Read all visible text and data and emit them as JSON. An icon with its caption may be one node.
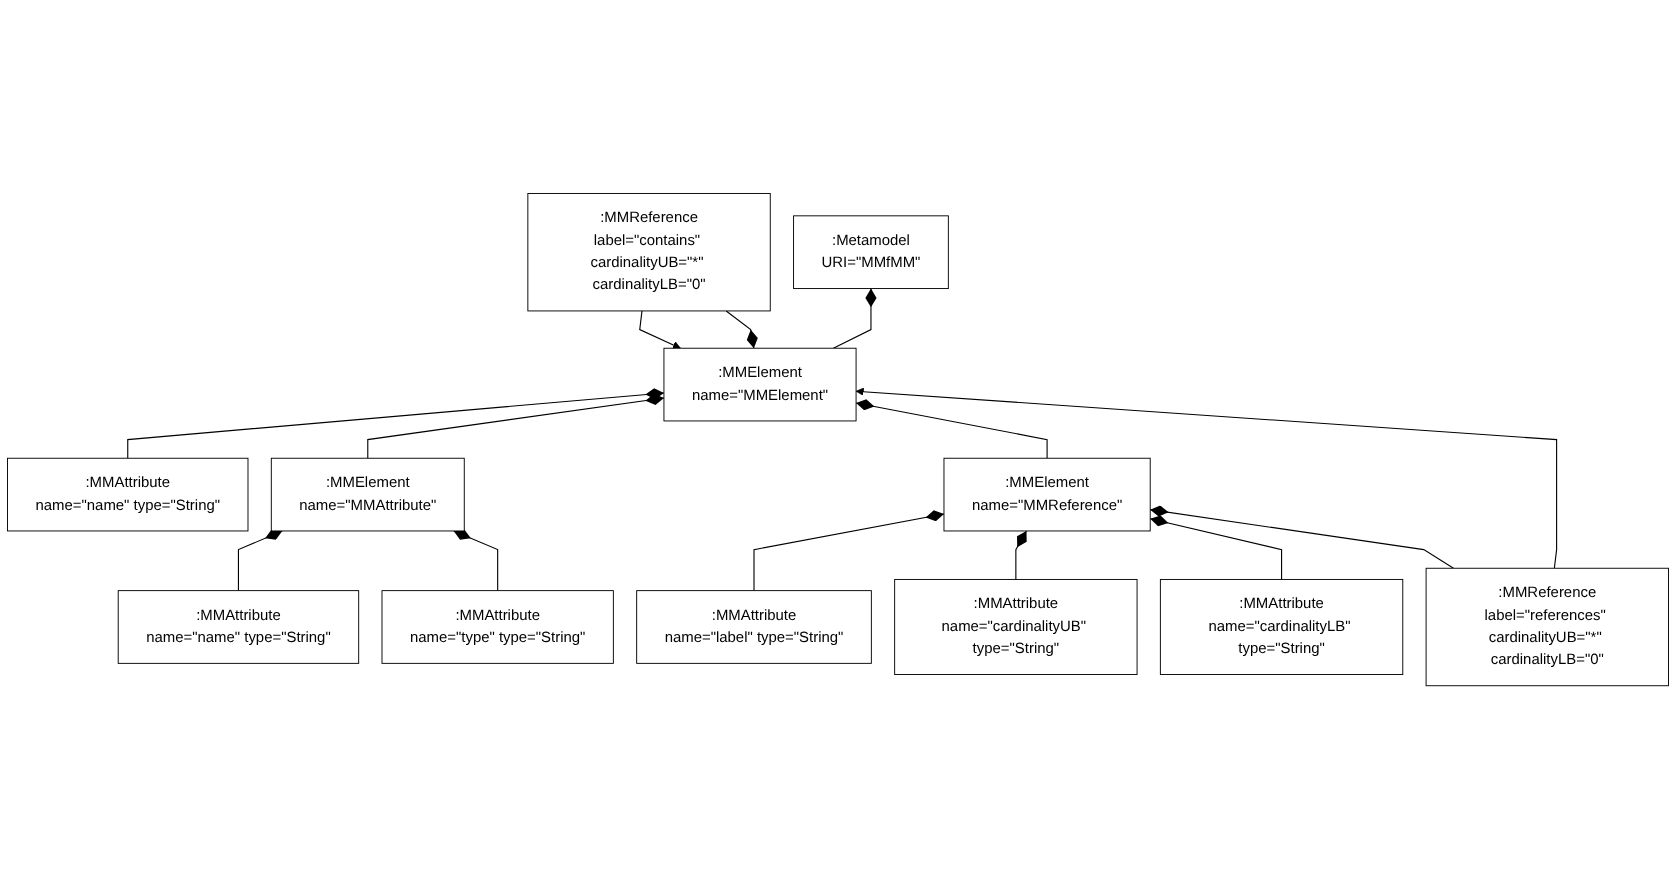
{
  "diagram": {
    "nodes": [
      {
        "text": [
          ":MMReference",
          "label=\"contains\" cardinalityUB=\"*\" cardinalityLB=\"0\""
        ]
      },
      {
        "text": [
          ":Metamodel",
          "URI=\"MMfMM\""
        ]
      },
      {
        "text": [
          ":MMAttribute",
          "name=\"name\" type=\"String\""
        ]
      },
      {
        "text": [
          ":MMElement",
          "name=\"MMElement\""
        ]
      },
      {
        "text": [
          ":MMAttribute",
          "name=\"label\" type=\"String\""
        ]
      },
      {
        "text": [
          ":MMReference",
          "label=\"references\" cardinalityUB=\"*\" cardinalityLB=\"0\""
        ]
      },
      {
        "text": [
          ":MMElement",
          "name=\"MMAttribute\""
        ]
      },
      {
        "text": [
          ":MMAttribute",
          "name=\"name\" type=\"String\""
        ]
      },
      {
        "text": [
          ":MMElement",
          "name=\"MMReference\""
        ]
      },
      {
        "text": [
          ":MMAttribute",
          "name=\"type\" type=\"String\""
        ]
      },
      {
        "text": [
          ":MMAttribute",
          "name=\"cardinalityUB\" type=\"String\""
        ]
      },
      {
        "text": [
          ":MMAttribute",
          "name=\"cardinalityLB\" type=\"String\""
        ]
      }
    ],
    "edges": [
      {
        "from": 0,
        "to": 3,
        "arrow": "to"
      },
      {
        "from": 3,
        "to": 0,
        "arrow": "other"
      },
      {
        "from": 1,
        "to": 3,
        "arrow": "other"
      },
      {
        "from": 3,
        "to": 2,
        "arrow": "other"
      },
      {
        "from": 5,
        "to": 3,
        "arrow": "to"
      },
      {
        "from": 3,
        "to": 6,
        "arrow": "other"
      },
      {
        "from": 3,
        "to": 8,
        "arrow": "other"
      },
      {
        "from": 8,
        "to": 4,
        "arrow": "other"
      },
      {
        "from": 8,
        "to": 10,
        "arrow": "other"
      },
      {
        "from": 8,
        "to": 11,
        "arrow": "other"
      },
      {
        "from": 8,
        "to": 5,
        "arrow": "other"
      },
      {
        "from": 6,
        "to": 7,
        "arrow": "other"
      },
      {
        "from": 6,
        "to": 9,
        "arrow": "other"
      }
    ]
  }
}
